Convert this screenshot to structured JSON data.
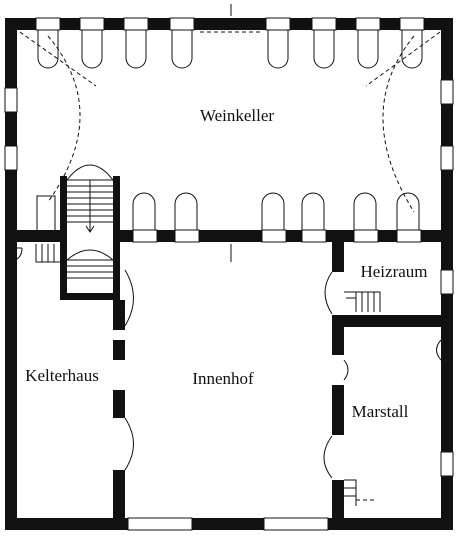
{
  "plan": {
    "rooms": {
      "weinkeller": "Weinkeller",
      "heizraum": "Heizraum",
      "kelterhaus": "Kelterhaus",
      "innenhof": "Innenhof",
      "marstall": "Marstall"
    }
  },
  "colors": {
    "wall": "#111111",
    "background": "#ffffff"
  }
}
